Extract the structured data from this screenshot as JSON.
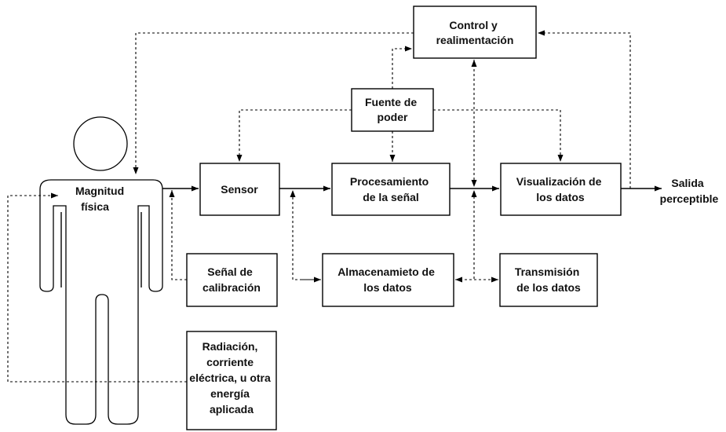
{
  "boxes": {
    "control": [
      "Control  y",
      "realimentación"
    ],
    "fuente": [
      "Fuente de",
      "poder"
    ],
    "sensor": [
      "Sensor"
    ],
    "procesamiento": [
      "Procesamiento",
      "de la señal"
    ],
    "visualizacion": [
      "Visualización de",
      "los datos"
    ],
    "calibracion": [
      "Señal de",
      "calibración"
    ],
    "almacenamiento": [
      "Almacenamieto de",
      "los datos"
    ],
    "transmision": [
      "Transmisión",
      "de los datos"
    ],
    "radiacion": [
      "Radiación,",
      "corriente",
      "eléctrica, u otra",
      "energía",
      "aplicada"
    ]
  },
  "labels": {
    "magnitud": [
      "Magnitud",
      "física"
    ],
    "salida": [
      "Salida",
      "perceptible"
    ]
  }
}
